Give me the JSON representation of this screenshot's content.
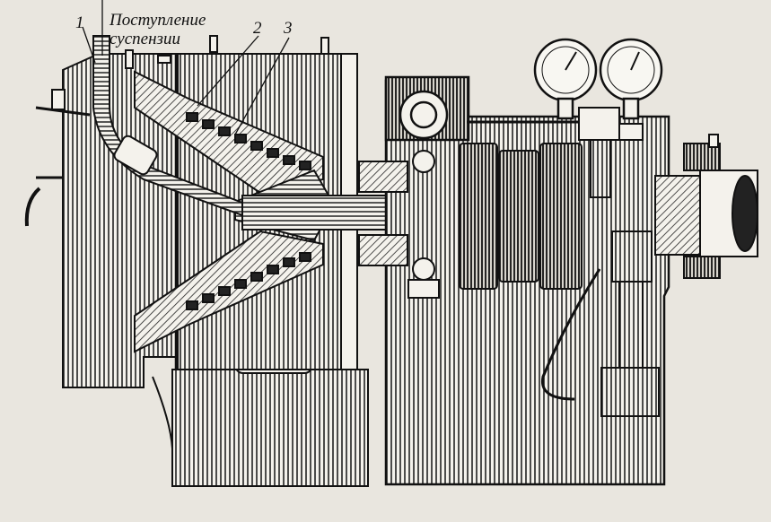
{
  "figure": {
    "callout": [
      "Поступление",
      "суспензии"
    ],
    "part_numbers": [
      "1",
      "2",
      "3"
    ]
  },
  "colors": {
    "paper": "#e9e6df",
    "ink": "#111111",
    "hatch": "#2a2a2a"
  }
}
